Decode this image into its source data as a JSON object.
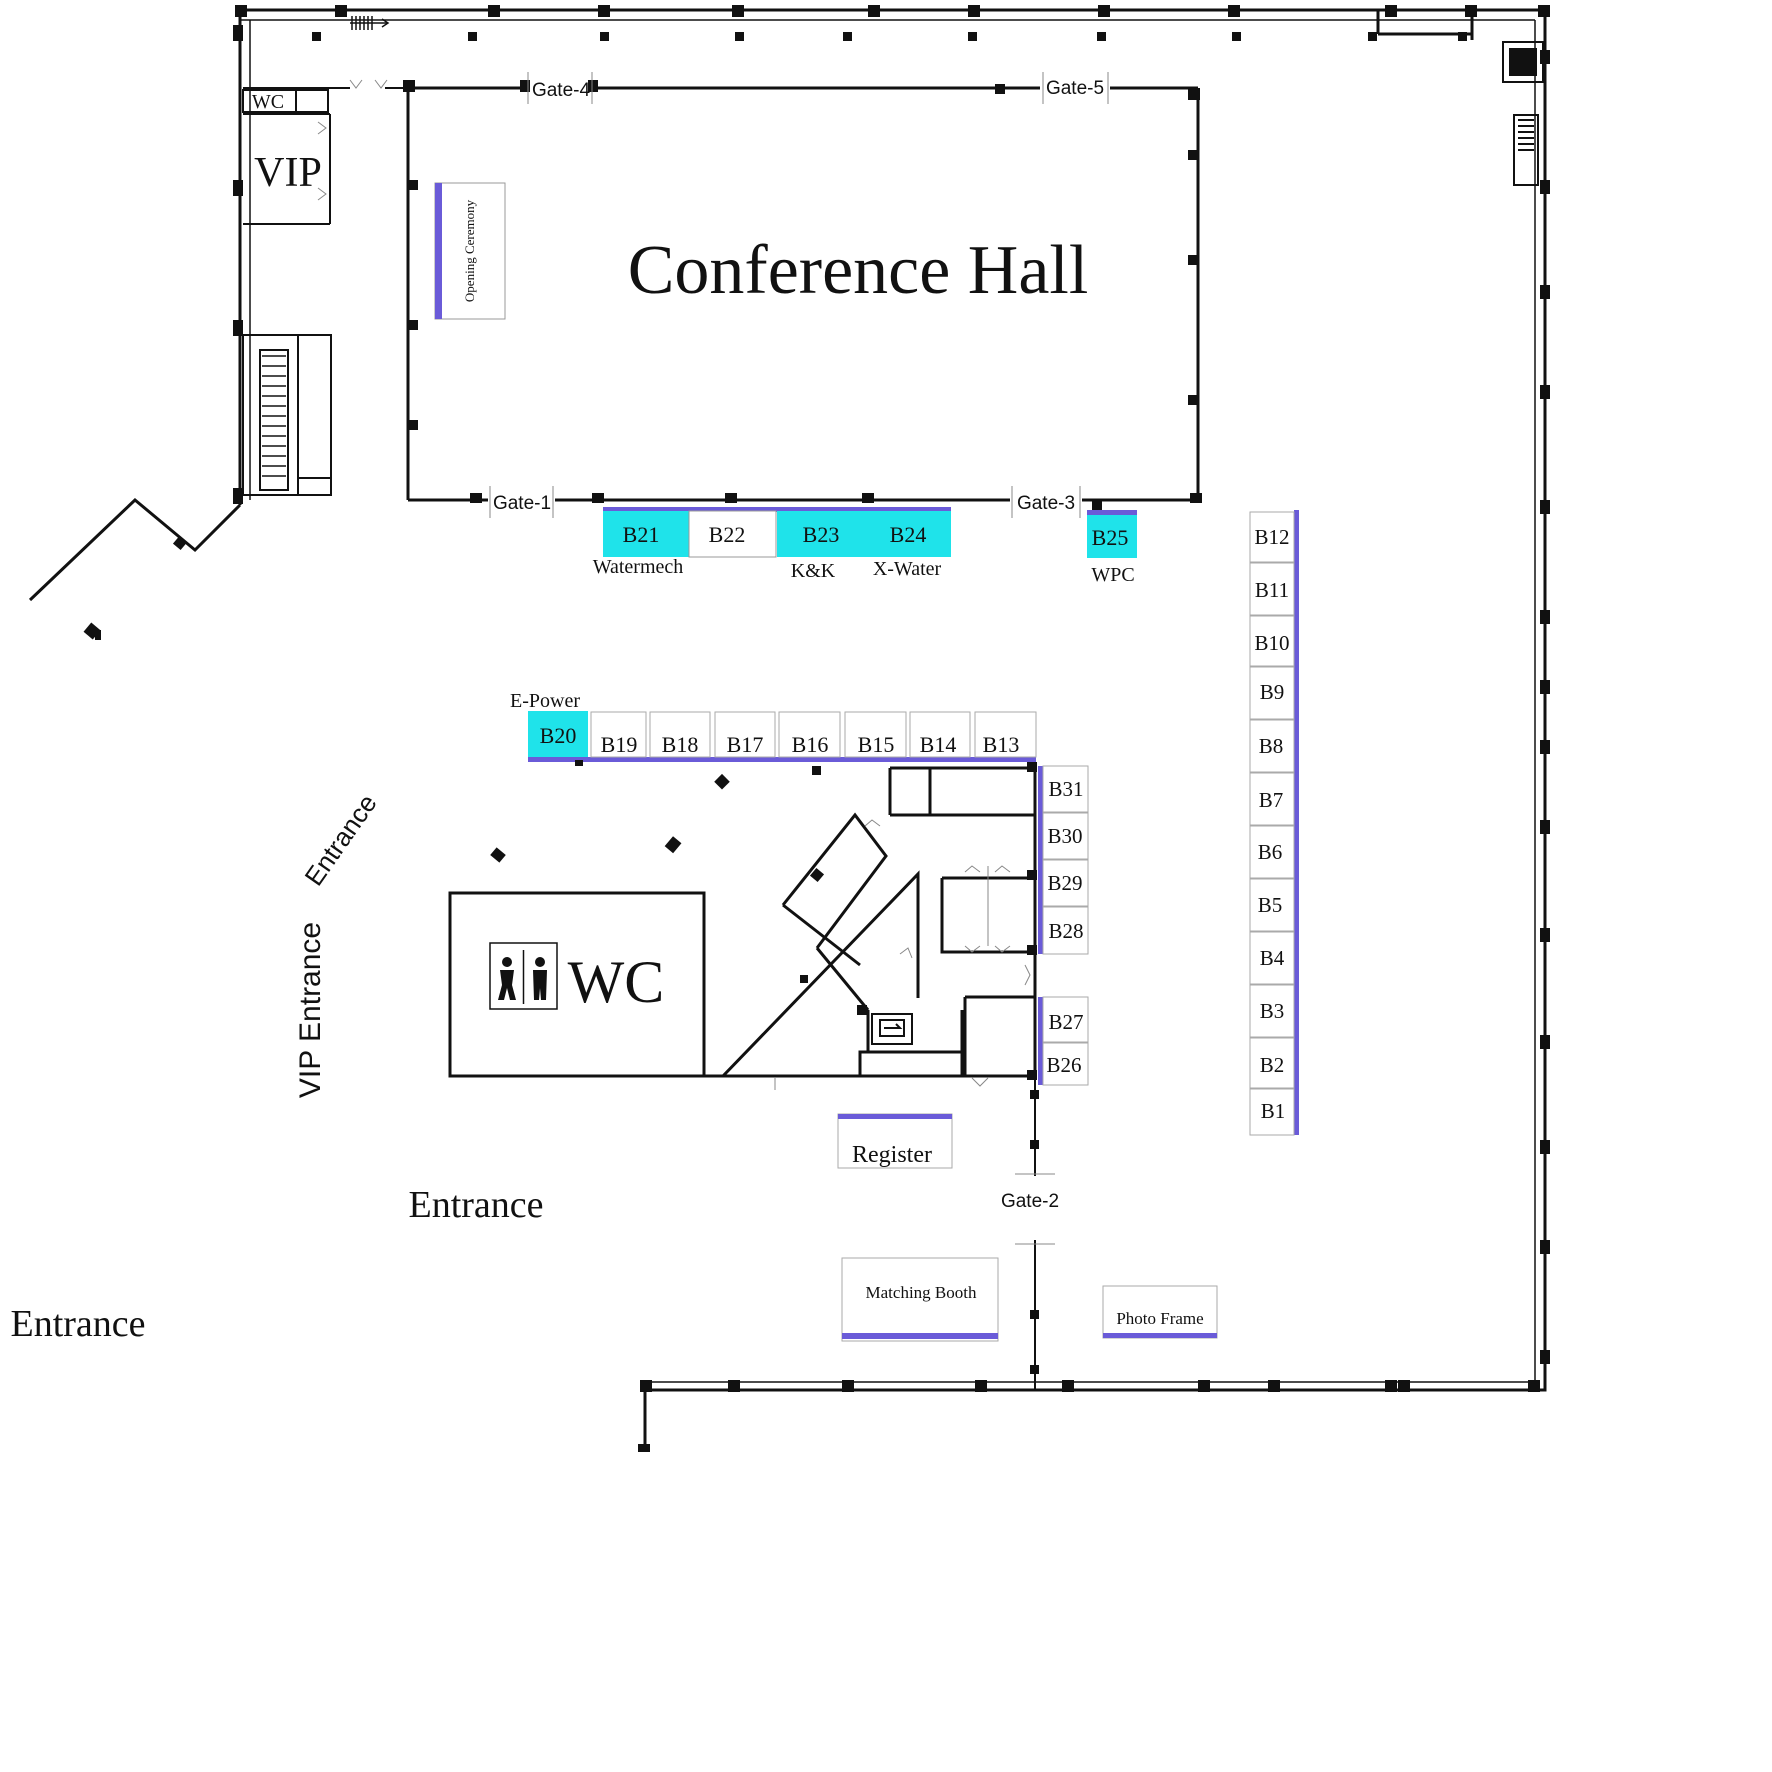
{
  "hall": {
    "title": "Conference Hall",
    "opening": "Opening Ceremony",
    "gates": [
      "Gate-1",
      "Gate-2",
      "Gate-3",
      "Gate-4",
      "Gate-5"
    ]
  },
  "rooms": {
    "wc_small": "WC",
    "vip": "VIP",
    "wc_big": "WC"
  },
  "entrances": {
    "main": "Entrance",
    "left": "Entrance",
    "vip": "VIP Entrance",
    "side": "Entrance"
  },
  "facilities": {
    "register": "Register",
    "matching": "Matching Booth",
    "photo": "Photo Frame"
  },
  "colors": {
    "booked": "#1fe3ea",
    "accent": "#6a5bd8",
    "wall": "#111111"
  },
  "booths": {
    "b1": "B1",
    "b2": "B2",
    "b3": "B3",
    "b4": "B4",
    "b5": "B5",
    "b6": "B6",
    "b7": "B7",
    "b8": "B8",
    "b9": "B9",
    "b10": "B10",
    "b11": "B11",
    "b12": "B12",
    "b13": "B13",
    "b14": "B14",
    "b15": "B15",
    "b16": "B16",
    "b17": "B17",
    "b18": "B18",
    "b19": "B19",
    "b20": "B20",
    "b21": "B21",
    "b22": "B22",
    "b23": "B23",
    "b24": "B24",
    "b25": "B25",
    "b26": "B26",
    "b27": "B27",
    "b28": "B28",
    "b29": "B29",
    "b30": "B30",
    "b31": "B31"
  },
  "exhibitors": {
    "b20": "E-Power",
    "b21": "Watermech",
    "b23": "K&K",
    "b24": "X-Water",
    "b25": "WPC"
  }
}
